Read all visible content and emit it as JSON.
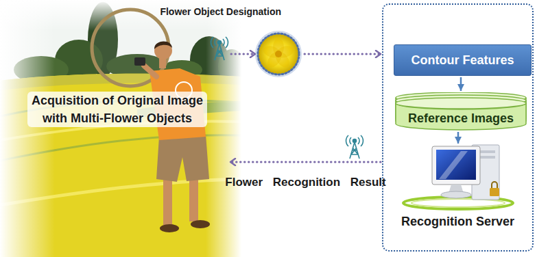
{
  "diagram": {
    "nodes": [
      {
        "text": [
          "Acquisition of Original Image with Multi-Flower Objects"
        ]
      },
      {
        "text": [
          "Flower Object Designation"
        ]
      },
      {
        "text": [
          "Recognition Server"
        ]
      },
      {
        "text": [
          "Contour Features"
        ],
        "in": 2
      },
      {
        "text": [
          "Reference Images"
        ],
        "in": 2
      }
    ],
    "edges": [
      {
        "from": 0,
        "to": 1,
        "arrow": "to"
      },
      {
        "from": 1,
        "to": 2,
        "arrow": "to"
      },
      {
        "from": 2,
        "to": 0,
        "arrow": "to",
        "label": "Flower Recognition Result"
      },
      {
        "from": 3,
        "to": 4,
        "arrow": "to"
      }
    ]
  }
}
